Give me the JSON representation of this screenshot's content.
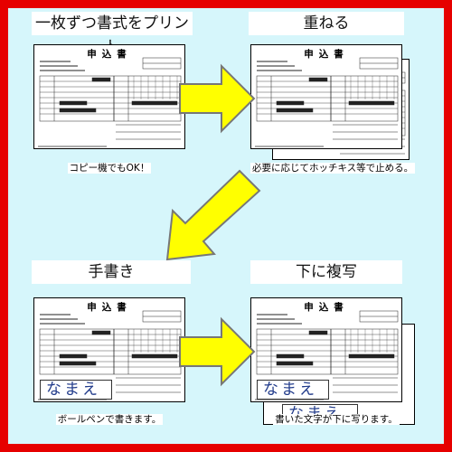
{
  "steps": [
    {
      "title": "一枚ずつ書式をプリント",
      "caption": "コピー機でもOK！"
    },
    {
      "title": "重ねる",
      "caption": "必要に応じてホッチキス等で止める。"
    },
    {
      "title": "手書き",
      "caption": "ボールペンで書きます。"
    },
    {
      "title": "下に複写",
      "caption": "書いた文字が下に写ります。"
    }
  ],
  "form": {
    "title": "申込書",
    "handwriting": "なまえ"
  },
  "colors": {
    "frame": "#e60000",
    "background": "#d6f6fb",
    "arrow_fill": "#ffff00",
    "arrow_stroke": "#777777",
    "ink": "#203a8a"
  }
}
